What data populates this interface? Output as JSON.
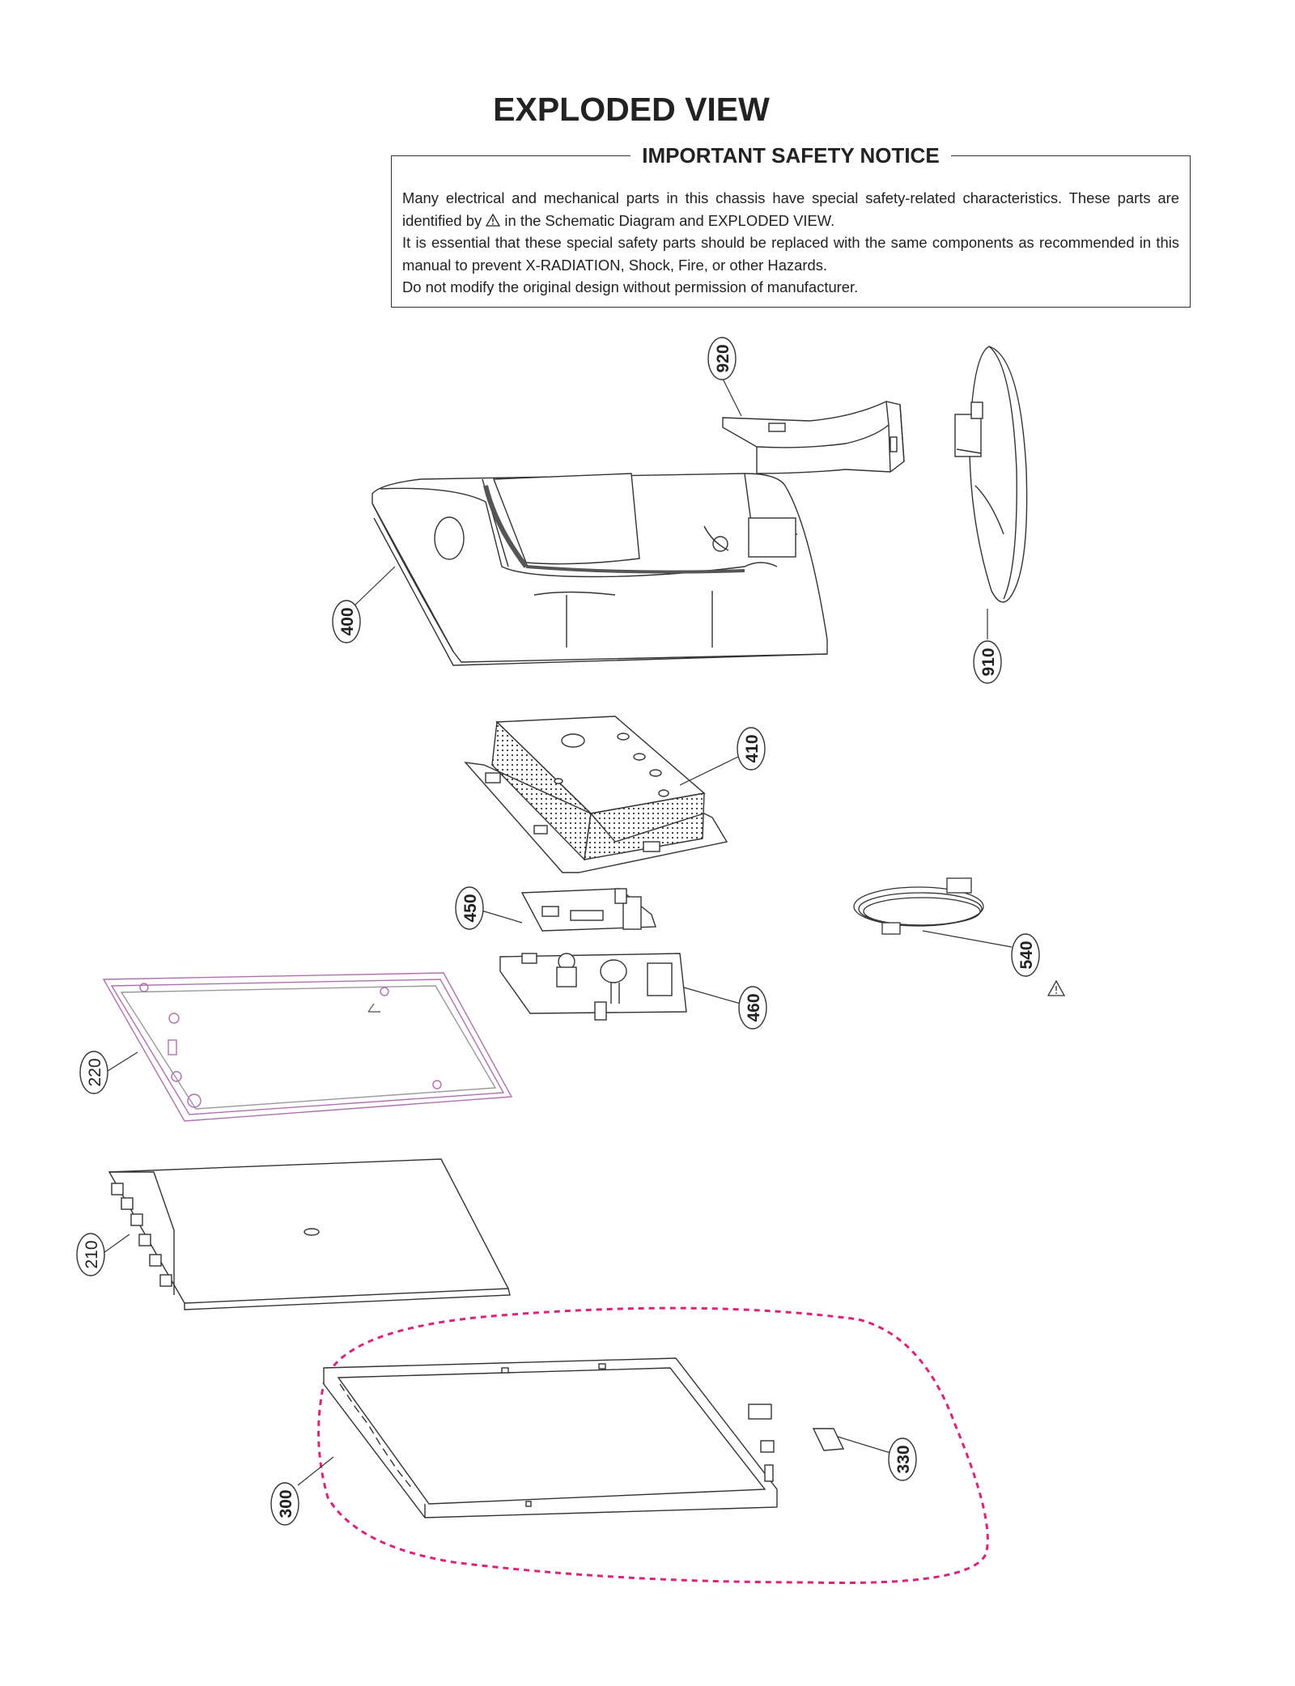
{
  "page": {
    "title": "EXPLODED VIEW"
  },
  "notice": {
    "title": "IMPORTANT SAFETY NOTICE",
    "line1_a": "Many electrical and mechanical parts in this chassis have special safety-related characteristics. These parts are identified by",
    "line1_b": "in the Schematic Diagram and EXPLODED VIEW.",
    "line2": "It is essential that these special safety parts should be replaced with the same components as recommended in this manual to prevent X-RADIATION, Shock, Fire, or other Hazards.",
    "line3": "Do not modify the original design without permission of manufacturer."
  },
  "parts": {
    "p920": "920",
    "p910": "910",
    "p400": "400",
    "p410": "410",
    "p450": "450",
    "p540": "540",
    "p460": "460",
    "p220": "220",
    "p210": "210",
    "p330": "330",
    "p300": "300"
  },
  "icons": {
    "safety": "warning-triangle-icon"
  },
  "colors": {
    "line": "#333333",
    "frame_220": "#b070b0",
    "assembly_outline": "#d8247a"
  }
}
